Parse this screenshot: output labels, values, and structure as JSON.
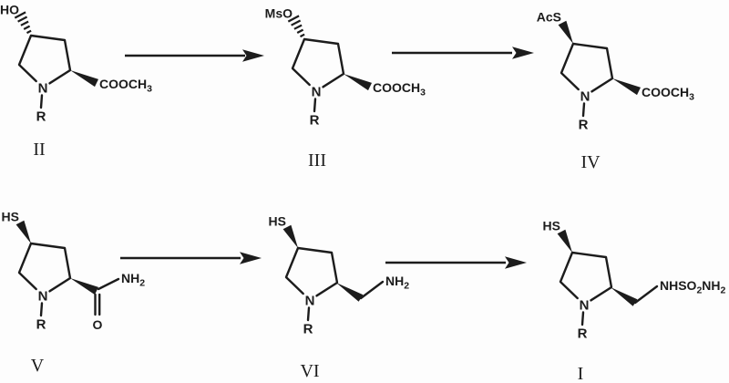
{
  "canvas": {
    "background": "#fdfdfd",
    "ink": "#1c1c1c",
    "description": "Two-row chemical reaction scheme of N-substituted pyrrolidine derivatives"
  },
  "structures": [
    {
      "numeral": "II",
      "top_group": "HO",
      "top_bond": "hashed-wedge",
      "ring": "pyrrolidine",
      "nitrogen": "N",
      "r_group": "R",
      "side_chain": [
        {
          "text": "COOCH",
          "sub": false
        },
        {
          "text": "3",
          "sub": true
        }
      ]
    },
    {
      "numeral": "III",
      "top_group": "MsO",
      "top_bond": "hashed-wedge",
      "ring": "pyrrolidine",
      "nitrogen": "N",
      "r_group": "R",
      "side_chain": [
        {
          "text": "COOCH",
          "sub": false
        },
        {
          "text": "3",
          "sub": true
        }
      ]
    },
    {
      "numeral": "IV",
      "top_group": "AcS",
      "top_bond": "solid-wedge",
      "ring": "pyrrolidine",
      "nitrogen": "N",
      "r_group": "R",
      "side_chain": [
        {
          "text": "COOCH",
          "sub": false
        },
        {
          "text": "3",
          "sub": true
        }
      ]
    },
    {
      "numeral": "V",
      "top_group": "HS",
      "top_bond": "solid-wedge",
      "ring": "pyrrolidine",
      "nitrogen": "N",
      "r_group": "R",
      "carbonyl_oxygen": "O",
      "side_chain": [
        {
          "text": "NH",
          "sub": false
        },
        {
          "text": "2",
          "sub": true
        }
      ]
    },
    {
      "numeral": "VI",
      "top_group": "HS",
      "top_bond": "solid-wedge",
      "ring": "pyrrolidine",
      "nitrogen": "N",
      "r_group": "R",
      "side_chain": [
        {
          "text": "NH",
          "sub": false
        },
        {
          "text": "2",
          "sub": true
        }
      ]
    },
    {
      "numeral": "I",
      "top_group": "HS",
      "top_bond": "solid-wedge",
      "ring": "pyrrolidine",
      "nitrogen": "N",
      "r_group": "R",
      "side_chain": [
        {
          "text": "NHSO",
          "sub": false
        },
        {
          "text": "2",
          "sub": true
        },
        {
          "text": "NH",
          "sub": false
        },
        {
          "text": "2",
          "sub": true
        }
      ]
    }
  ],
  "arrows": [
    {
      "from": "II",
      "to": "III"
    },
    {
      "from": "III",
      "to": "IV"
    },
    {
      "from": "V",
      "to": "VI"
    },
    {
      "from": "VI",
      "to": "I"
    }
  ]
}
